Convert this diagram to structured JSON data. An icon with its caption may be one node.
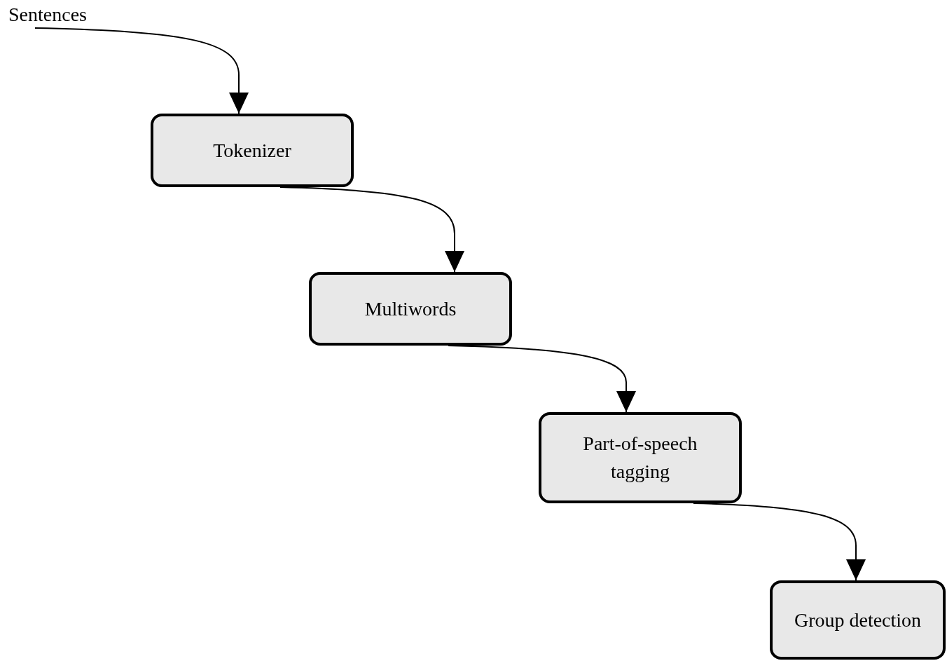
{
  "diagram": {
    "nodes": [
      {
        "text": [
          "Sentences"
        ]
      },
      {
        "text": [
          "Tokenizer"
        ]
      },
      {
        "text": [
          "Multiwords"
        ]
      },
      {
        "text": [
          "Part-of-speech tagging"
        ]
      },
      {
        "text": [
          "Group detection"
        ]
      }
    ],
    "edges": [
      {
        "from": 0,
        "to": 1,
        "arrow": "to"
      },
      {
        "from": 1,
        "to": 2,
        "arrow": "to"
      },
      {
        "from": 2,
        "to": 3,
        "arrow": "to"
      },
      {
        "from": 3,
        "to": 4,
        "arrow": "to"
      }
    ]
  }
}
